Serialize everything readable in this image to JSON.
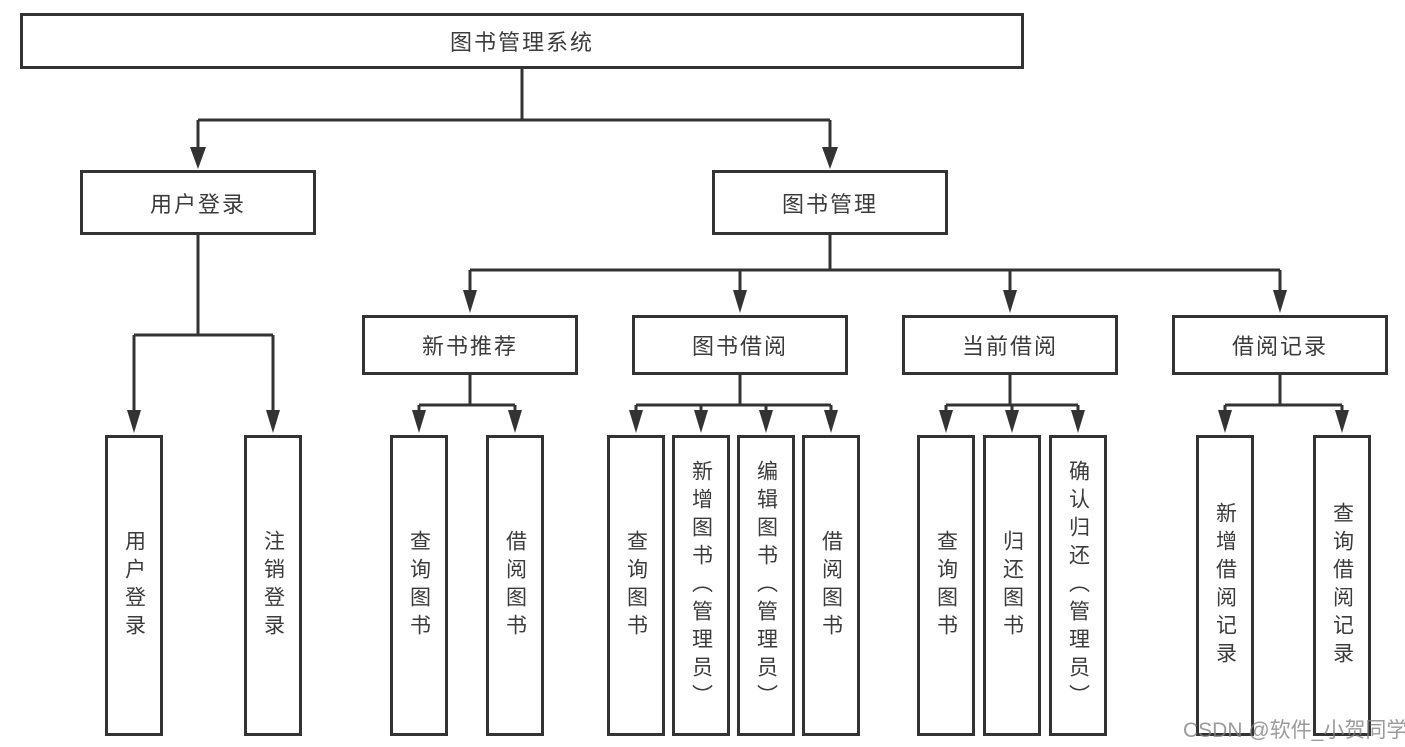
{
  "diagram": {
    "watermark": "CSDN @软件_小贺同学",
    "colors": {
      "line": "#333333",
      "box_border": "#333333",
      "box_background": "#ffffff",
      "text": "#3b3b3b",
      "watermark": "#828282",
      "background": "#ffffff"
    },
    "root": {
      "label": "图书管理系统"
    },
    "branches": [
      {
        "label": "用户登录",
        "children": [
          {
            "label": "用户登录"
          },
          {
            "label": "注销登录"
          }
        ]
      },
      {
        "label": "图书管理",
        "children": [
          {
            "label": "新书推荐",
            "children": [
              {
                "label": "查询图书"
              },
              {
                "label": "借阅图书"
              }
            ]
          },
          {
            "label": "图书借阅",
            "children": [
              {
                "label": "查询图书"
              },
              {
                "label": "新增图书（管理员）"
              },
              {
                "label": "编辑图书（管理员）"
              },
              {
                "label": "借阅图书"
              }
            ]
          },
          {
            "label": "当前借阅",
            "children": [
              {
                "label": "查询图书"
              },
              {
                "label": "归还图书"
              },
              {
                "label": "确认归还（管理员）"
              }
            ]
          },
          {
            "label": "借阅记录",
            "children": [
              {
                "label": "新增借阅记录"
              },
              {
                "label": "查询借阅记录"
              }
            ]
          }
        ]
      }
    ]
  }
}
